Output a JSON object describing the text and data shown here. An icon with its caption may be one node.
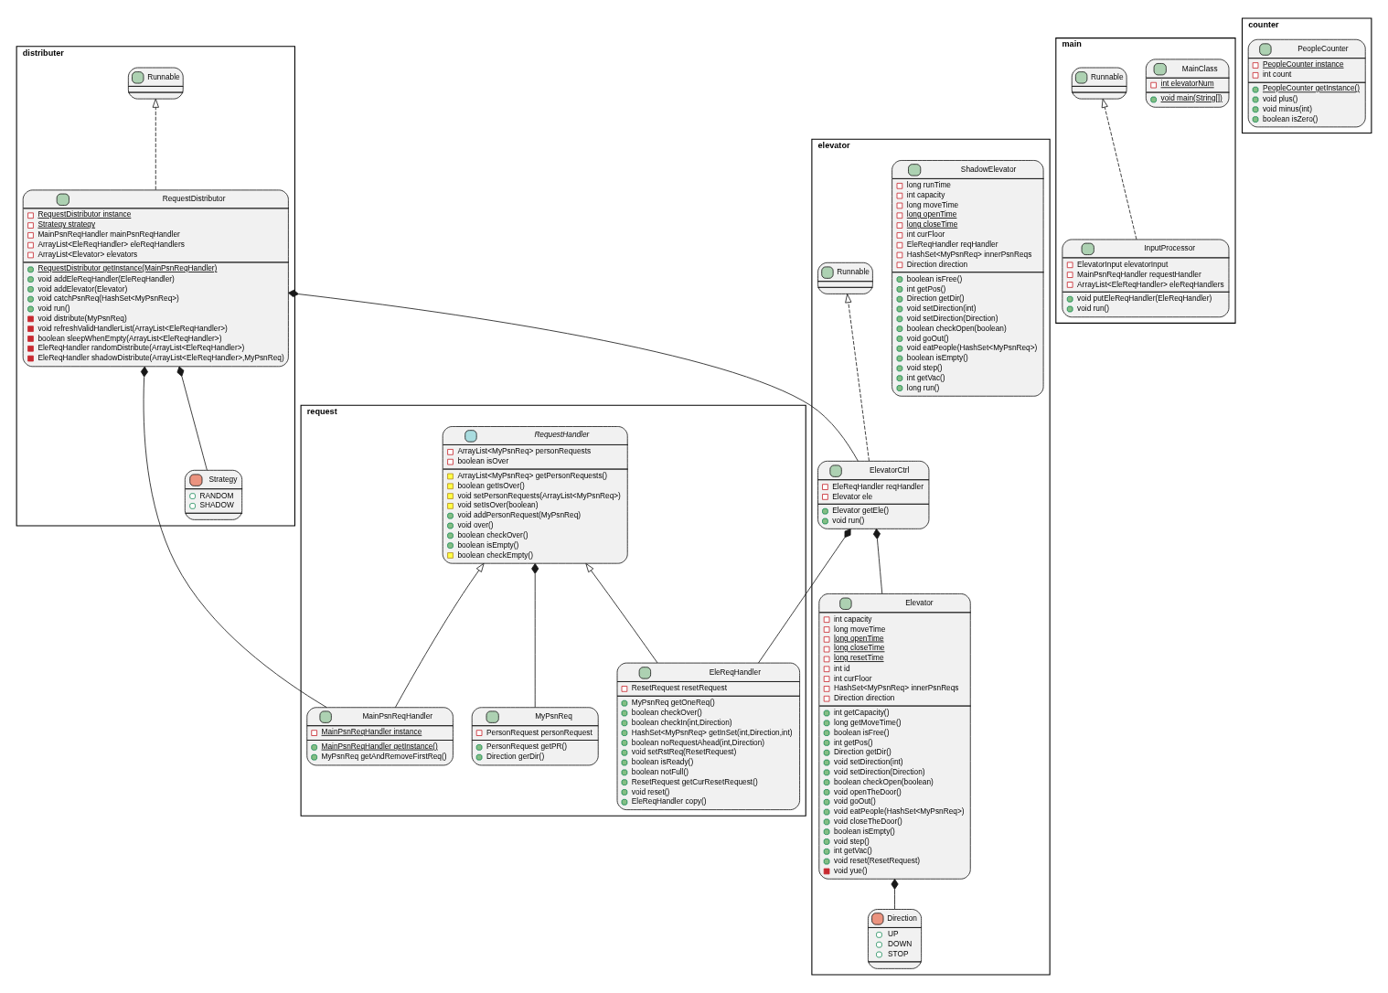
{
  "diagram": {
    "nodes": [
      {
        "text": [
          "distributer"
        ]
      },
      {
        "text": [
          "Runnable"
        ],
        "in": 0
      },
      {
        "text": [
          "RequestDistributor",
          "RequestDistributor instance",
          "Strategy strategy",
          "MainPsnReqHandler mainPsnReqHandler",
          "ArrayList<EleReqHandler> eleReqHandlers",
          "ArrayList<Elevator> elevators",
          "RequestDistributor getInstance(MainPsnReqHandler)",
          "void addEleReqHandler(EleReqHandler)",
          "void addElevator(Elevator)",
          "void catchPsnReq(HashSet<MyPsnReq>)",
          "void run()",
          "void distribute(MyPsnReq)",
          "void refreshValidHandlerList(ArrayList<EleReqHandler>)",
          "boolean sleepWhenEmpty(ArrayList<EleReqHandler>)",
          "EleReqHandler randomDistribute(ArrayList<EleReqHandler>)",
          "EleReqHandler shadowDistribute(ArrayList<EleReqHandler>,MyPsnReq)"
        ],
        "in": 0
      },
      {
        "text": [
          "Strategy",
          "RANDOM",
          "SHADOW"
        ],
        "in": 0
      },
      {
        "text": [
          "main"
        ]
      },
      {
        "text": [
          "Runnable"
        ],
        "in": 4
      },
      {
        "text": [
          "MainClass",
          "int elevatorNum",
          "void main(String[])"
        ],
        "in": 4
      },
      {
        "text": [
          "InputProcessor",
          "ElevatorInput elevatorInput",
          "MainPsnReqHandler requestHandler",
          "ArrayList<EleReqHandler> eleReqHandlers",
          "void putEleReqHandler(EleReqHandler)",
          "void run()"
        ],
        "in": 4
      },
      {
        "text": [
          "counter"
        ]
      },
      {
        "text": [
          "PeopleCounter",
          "PeopleCounter instance",
          "int count",
          "PeopleCounter getInstance()",
          "void plus()",
          "void minus(int)",
          "boolean isZero()"
        ],
        "in": 8
      },
      {
        "text": [
          "elevator"
        ]
      },
      {
        "text": [
          "ShadowElevator",
          "long runTime",
          "int capacity",
          "long moveTime",
          "long openTime",
          "long closeTime",
          "int curFloor",
          "EleReqHandler reqHandler",
          "HashSet<MyPsnReq> innerPsnReqs",
          "Direction direction",
          "boolean isFree()",
          "int getPos()",
          "Direction getDir()",
          "void setDirection(int)",
          "void setDirection(Direction)",
          "boolean checkOpen(boolean)",
          "void goOut()",
          "void eatPeople(HashSet<MyPsnReq>)",
          "boolean isEmpty()",
          "void step()",
          "int getVac()",
          "long run()"
        ],
        "in": 10
      },
      {
        "text": [
          "Runnable"
        ],
        "in": 10
      },
      {
        "text": [
          "ElevatorCtrl",
          "EleReqHandler reqHandler",
          "Elevator ele",
          "Elevator getEle()",
          "void run()"
        ],
        "in": 10
      },
      {
        "text": [
          "Elevator",
          "int capacity",
          "long moveTime",
          "long openTime",
          "long closeTime",
          "long resetTime",
          "int id",
          "int curFloor",
          "HashSet<MyPsnReq> innerPsnReqs",
          "Direction direction",
          "int getCapacity()",
          "long getMoveTime()",
          "boolean isFree()",
          "int getPos()",
          "Direction getDir()",
          "void setDirection(int)",
          "void setDirection(Direction)",
          "boolean checkOpen(boolean)",
          "void openTheDoor()",
          "void goOut()",
          "void eatPeople(HashSet<MyPsnReq>)",
          "void closeTheDoor()",
          "boolean isEmpty()",
          "void step()",
          "int getVac()",
          "void reset(ResetRequest)",
          "void yue()"
        ],
        "in": 10
      },
      {
        "text": [
          "Direction",
          "UP",
          "DOWN",
          "STOP"
        ],
        "in": 10
      },
      {
        "text": [
          "request"
        ]
      },
      {
        "text": [
          "RequestHandler",
          "ArrayList<MyPsnReq> personRequests",
          "boolean isOver",
          "ArrayList<MyPsnReq> getPersonRequests()",
          "boolean getIsOver()",
          "void setPersonRequests(ArrayList<MyPsnReq>)",
          "void setIsOver(boolean)",
          "void addPersonRequest(MyPsnReq)",
          "void over()",
          "boolean checkOver()",
          "boolean isEmpty()",
          "boolean checkEmpty()"
        ],
        "in": 16
      },
      {
        "text": [
          "MainPsnReqHandler",
          "MainPsnReqHandler instance",
          "MainPsnReqHandler getInstance()",
          "MyPsnReq getAndRemoveFirstReq()"
        ],
        "in": 16
      },
      {
        "text": [
          "MyPsnReq",
          "PersonRequest personRequest",
          "PersonRequest getPR()",
          "Direction gerDir()"
        ],
        "in": 16
      },
      {
        "text": [
          "EleReqHandler",
          "ResetRequest resetRequest",
          "MyPsnReq getOneReq()",
          "boolean checkOver()",
          "boolean checkIn(int,Direction)",
          "HashSet<MyPsnReq> getInSet(int,Direction,int)",
          "boolean noRequestAhead(int,Direction)",
          "void setRstReq(ResetRequest)",
          "boolean isReady()",
          "boolean notFull()",
          "ResetRequest getCurResetRequest()",
          "void reset()",
          "EleReqHandler copy()"
        ],
        "in": 16
      }
    ],
    "edges": [
      {
        "from": 2,
        "to": 1,
        "arrow": "to",
        "style": "dashed"
      },
      {
        "from": 3,
        "to": 2,
        "arrow": "other"
      },
      {
        "from": 13,
        "to": 2,
        "arrow": "other"
      },
      {
        "from": 18,
        "to": 2,
        "arrow": "other"
      },
      {
        "from": 7,
        "to": 5,
        "arrow": "to",
        "style": "dashed"
      },
      {
        "from": 13,
        "to": 12,
        "arrow": "to",
        "style": "dashed"
      },
      {
        "from": 14,
        "to": 13,
        "arrow": "other"
      },
      {
        "from": 20,
        "to": 13,
        "arrow": "other"
      },
      {
        "from": 15,
        "to": 14,
        "arrow": "other"
      },
      {
        "from": 18,
        "to": 17,
        "arrow": "to"
      },
      {
        "from": 19,
        "to": 17,
        "arrow": "other"
      },
      {
        "from": 20,
        "to": 17,
        "arrow": "to"
      }
    ]
  }
}
